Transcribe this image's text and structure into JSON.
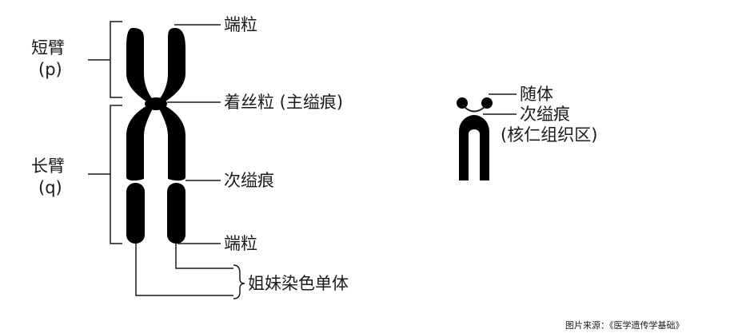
{
  "labels": {
    "telomere_top": "端粒",
    "short_arm": "短臂",
    "short_arm_symbol": "(p)",
    "centromere": "着丝粒 (主缢痕)",
    "long_arm": "长臂",
    "long_arm_symbol": "(q)",
    "secondary_constriction": "次缢痕",
    "telomere_bottom": "端粒",
    "sister_chromatids": "姐妹染色单体",
    "satellite": "随体",
    "nor_secondary_constriction": "次缢痕",
    "nucleolus_organizer_region": "(核仁组织区)",
    "source": "图片来源：《医学遗传学基础》"
  },
  "colors": {
    "chromosome": "#000000",
    "line": "#1a1a1a",
    "text": "#1a1a1a"
  }
}
